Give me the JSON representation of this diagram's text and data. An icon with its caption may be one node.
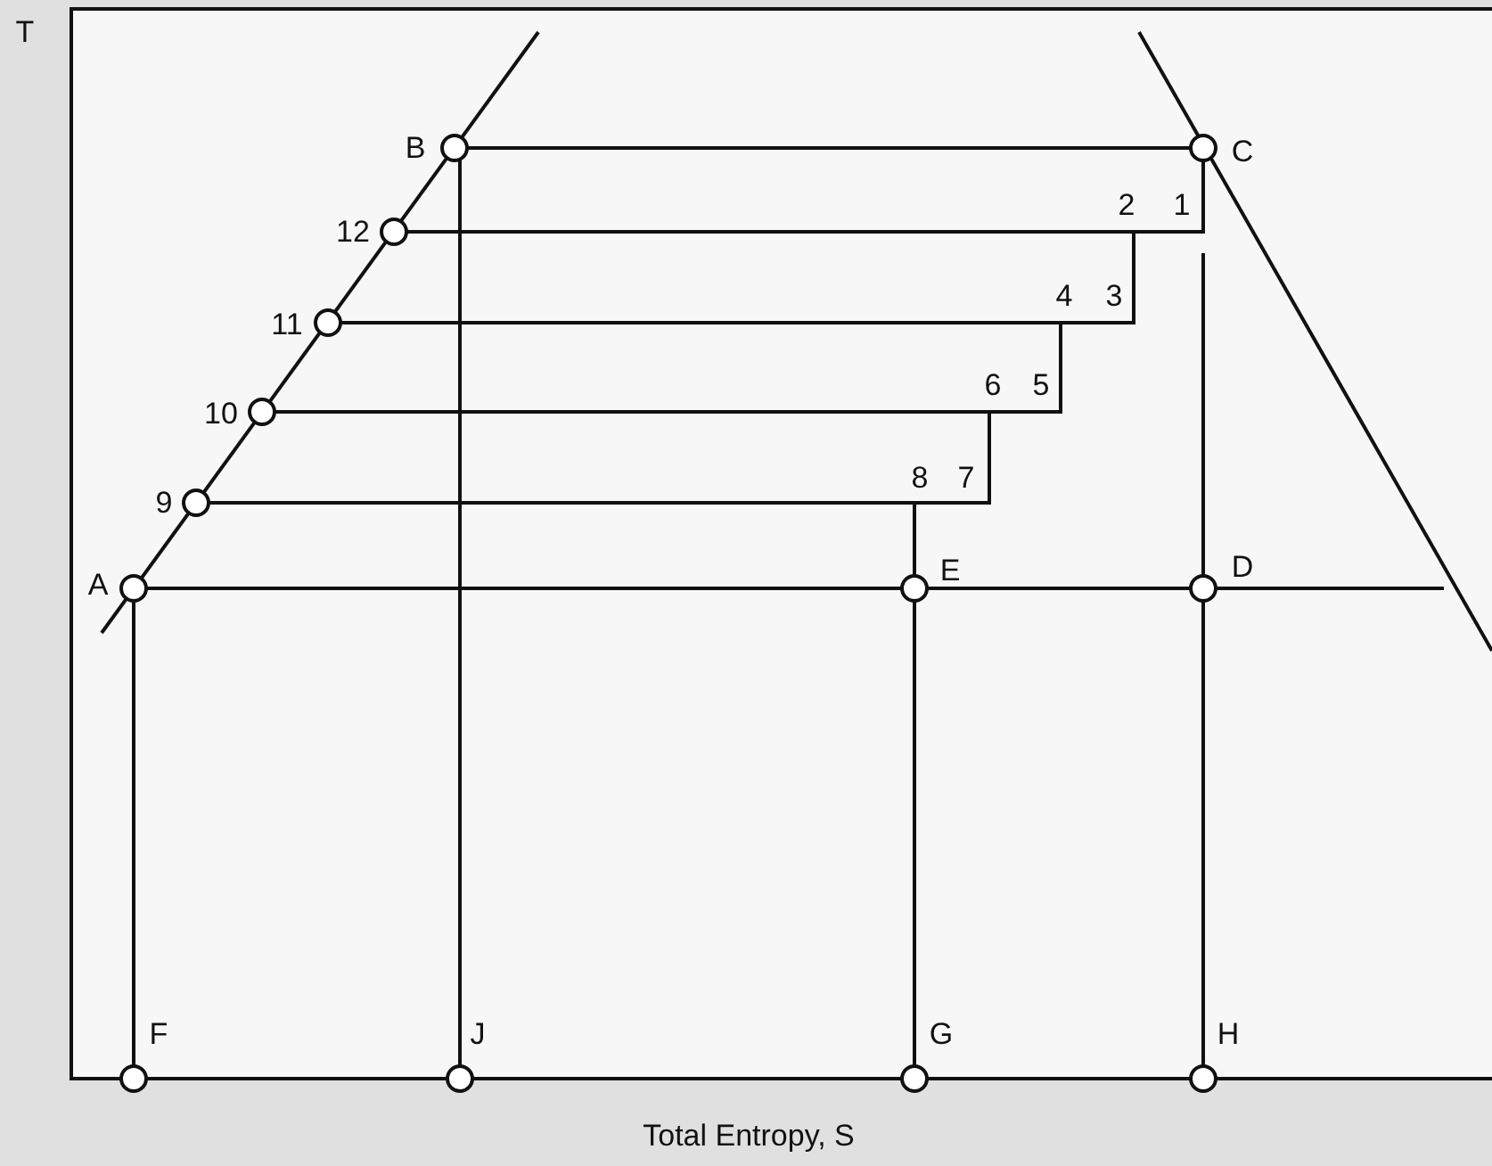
{
  "diagram": {
    "labels": [
      "T",
      "B",
      "C",
      "12",
      "2",
      "1",
      "11",
      "4",
      "3",
      "10",
      "6",
      "5",
      "9",
      "8",
      "7",
      "A",
      "E",
      "D",
      "F",
      "J",
      "G",
      "H",
      "Total Entropy, S"
    ]
  }
}
